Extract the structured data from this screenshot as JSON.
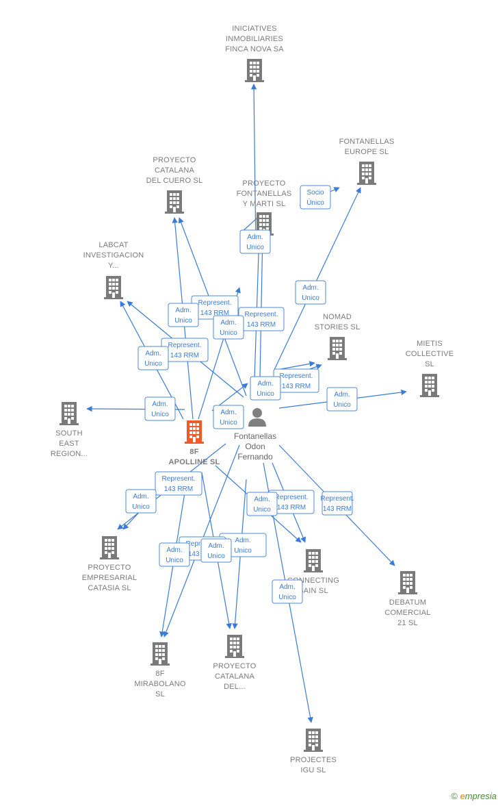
{
  "colors": {
    "edge": "#3a7bd5",
    "company": "#7a7a7a",
    "focus": "#f05a28",
    "person": "#7f7f7f"
  },
  "nodes": [
    {
      "id": "iniciatives",
      "lines": [
        "INICIATIVES",
        "INMOBILIARIES",
        "FINCA NOVA SA"
      ],
      "icon": "building-icon"
    },
    {
      "id": "fontanellas-europe",
      "lines": [
        "FONTANELLAS",
        "EUROPE SL"
      ],
      "icon": "building-icon"
    },
    {
      "id": "cuero",
      "lines": [
        "PROYECTO",
        "CATALANA",
        "DEL CUERO SL"
      ],
      "icon": "building-icon"
    },
    {
      "id": "marti",
      "lines": [
        "PROYECTO",
        "FONTANELLAS",
        "Y MARTI SL"
      ],
      "icon": "building-icon"
    },
    {
      "id": "labcat",
      "lines": [
        "LABCAT",
        "INVESTIGACION",
        "Y..."
      ],
      "icon": "building-icon"
    },
    {
      "id": "nomad",
      "lines": [
        "NOMAD",
        "STORIES  SL"
      ],
      "icon": "building-icon"
    },
    {
      "id": "mietis",
      "lines": [
        "MIETIS",
        "COLLECTIVE",
        "SL"
      ],
      "icon": "building-icon"
    },
    {
      "id": "southeast",
      "lines": [
        "SOUTH",
        "EAST",
        "REGION..."
      ],
      "icon": "building-icon"
    },
    {
      "id": "apolline",
      "lines": [
        "8F",
        "APOLLINE  SL"
      ],
      "icon": "building-icon",
      "focus": true
    },
    {
      "id": "catasia",
      "lines": [
        "PROYECTO",
        "EMPRESARIAL",
        "CATASIA  SL"
      ],
      "icon": "building-icon"
    },
    {
      "id": "connecting",
      "lines": [
        "CONNECTING",
        "SAIN  SL"
      ],
      "icon": "building-icon"
    },
    {
      "id": "debatum",
      "lines": [
        "DEBATUM",
        "COMERCIAL",
        "21 SL"
      ],
      "icon": "building-icon"
    },
    {
      "id": "mirabolano",
      "lines": [
        "8F",
        "MIRABOLANO",
        "SL"
      ],
      "icon": "building-icon"
    },
    {
      "id": "catalana-del",
      "lines": [
        "PROYECTO",
        "CATALANA",
        "DEL..."
      ],
      "icon": "building-icon"
    },
    {
      "id": "projectes",
      "lines": [
        "PROJECTES",
        "IGU SL"
      ],
      "icon": "building-icon"
    }
  ],
  "person": {
    "lines": [
      "Fontanellas",
      "Odon",
      "Fernando"
    ],
    "icon": "person-icon"
  },
  "edge_labels": [
    {
      "lines": [
        "Adm.",
        "Unico"
      ]
    },
    {
      "lines": [
        "Socio",
        "Único"
      ]
    },
    {
      "lines": [
        "Adm.",
        "Unico"
      ]
    },
    {
      "lines": [
        "Represent.",
        "143 RRM"
      ]
    },
    {
      "lines": [
        "Adm.",
        "Unico"
      ]
    },
    {
      "lines": [
        "Represent.",
        "143 RRM"
      ]
    },
    {
      "lines": [
        "Adm.",
        "Unico"
      ]
    },
    {
      "lines": [
        "Represent.",
        "143 RRM"
      ]
    },
    {
      "lines": [
        "Adm.",
        "Unico"
      ]
    },
    {
      "lines": [
        "Represent.",
        "143 RRM"
      ]
    },
    {
      "lines": [
        "Adm.",
        "Unico"
      ]
    },
    {
      "lines": [
        "Adm.",
        "Unico"
      ]
    },
    {
      "lines": [
        "Adm.",
        "Unico"
      ]
    },
    {
      "lines": [
        "Adm.",
        "Unico"
      ]
    },
    {
      "lines": [
        "Represent.",
        "143 RRM"
      ]
    },
    {
      "lines": [
        "Adm.",
        "Unico"
      ]
    },
    {
      "lines": [
        "Represent.",
        "143 RRM"
      ]
    },
    {
      "lines": [
        "Adm.",
        "Unico"
      ]
    },
    {
      "lines": [
        "Represent.",
        "143 RRM"
      ]
    },
    {
      "lines": [
        "Adm.",
        "Unico"
      ]
    },
    {
      "lines": [
        "Represent.",
        "143 RRM"
      ]
    },
    {
      "lines": [
        "Adm.",
        "Unico"
      ]
    },
    {
      "lines": [
        "Adm.",
        "Unico"
      ]
    },
    {
      "lines": [
        "Adm.",
        "Unico"
      ]
    }
  ],
  "footer": {
    "copyright_symbol": "©",
    "brand_initial": "e",
    "brand_rest": "mpresia"
  }
}
